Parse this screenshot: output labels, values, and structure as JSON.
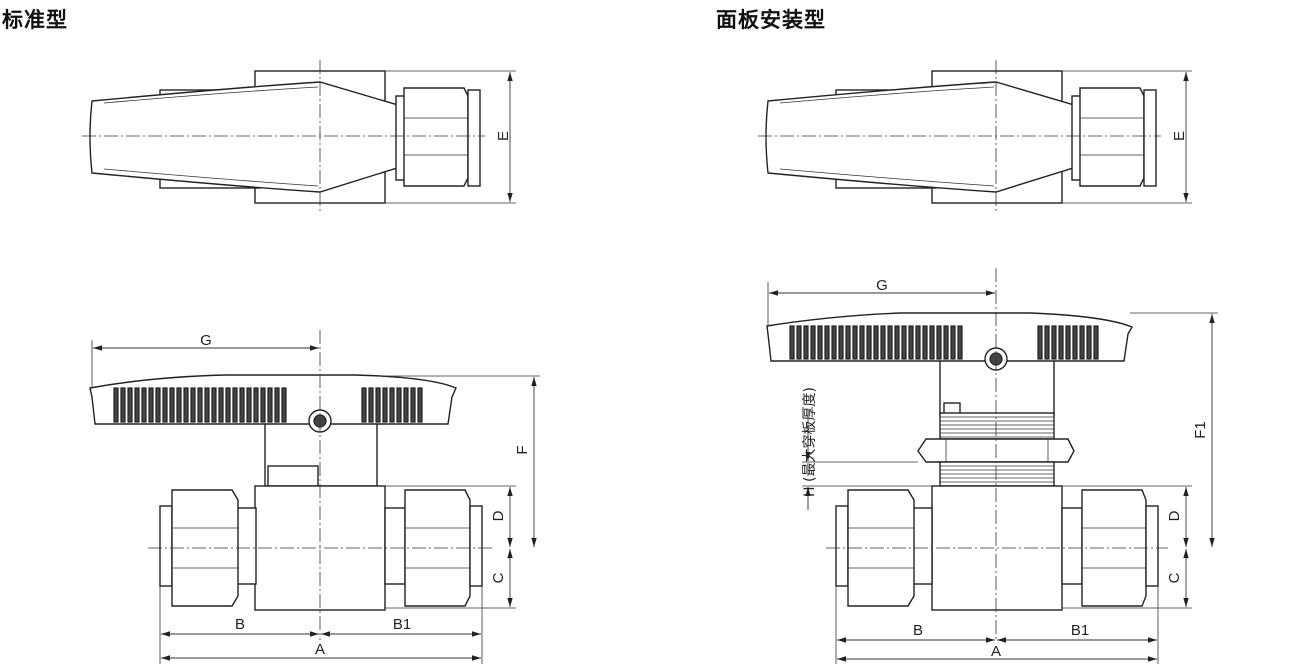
{
  "titles": {
    "standard": "标准型",
    "panel_mount": "面板安装型"
  },
  "dims": {
    "A": "A",
    "B": "B",
    "B1": "B1",
    "C": "C",
    "D": "D",
    "E": "E",
    "F": "F",
    "F1": "F1",
    "G": "G",
    "H": "H (最大穿板厚度)"
  }
}
